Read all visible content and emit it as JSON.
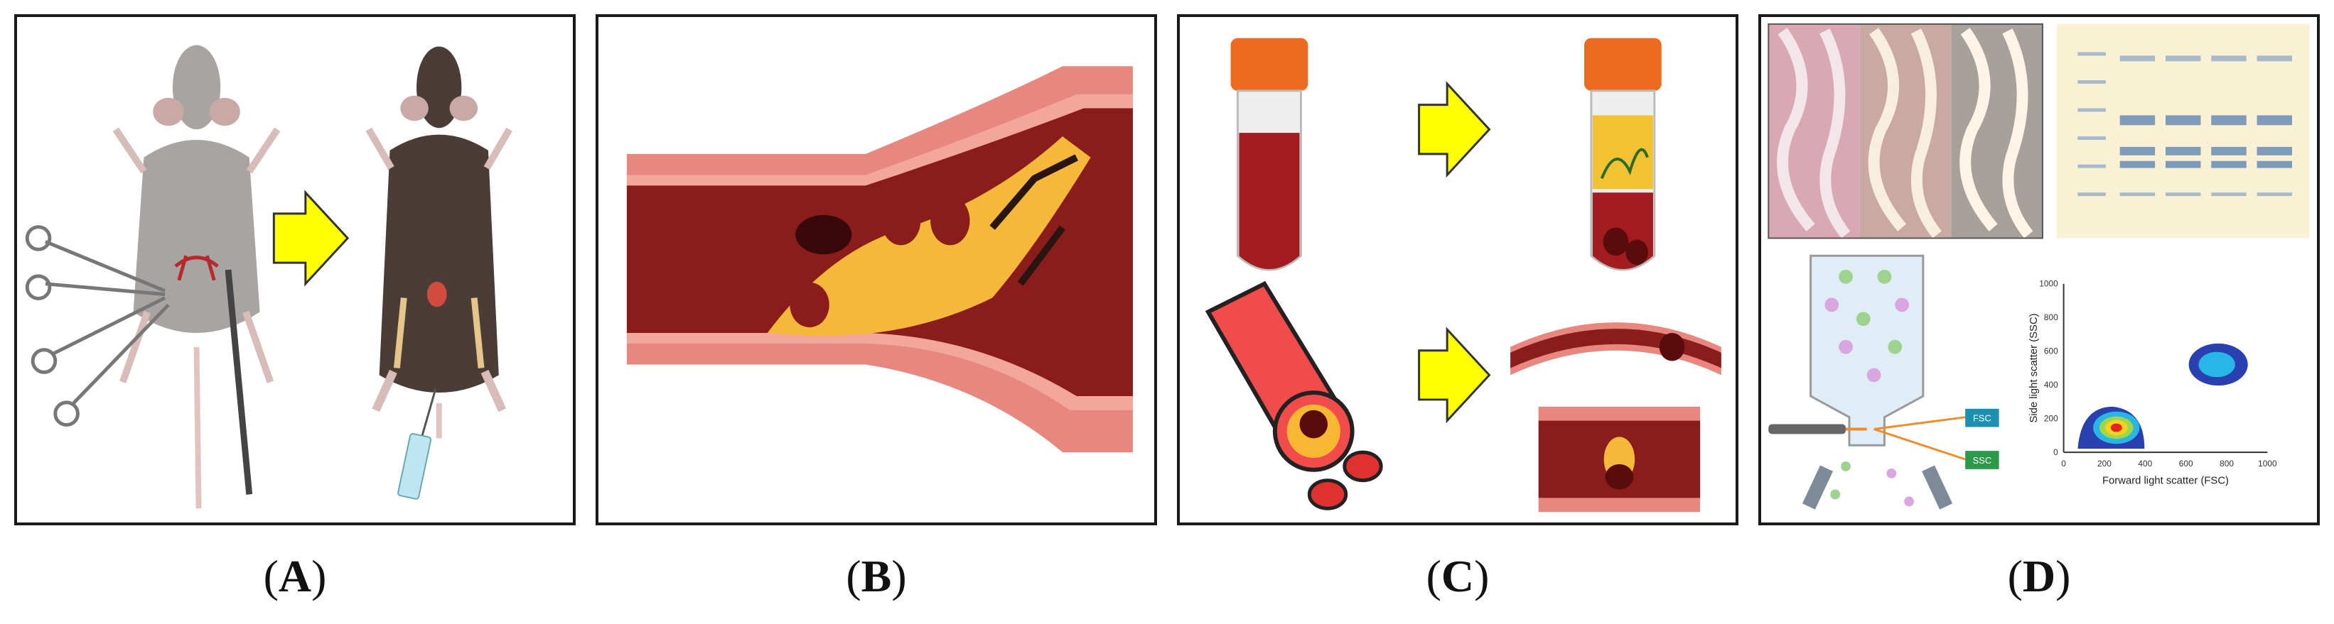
{
  "panels": [
    {
      "id": "A",
      "letter": "A"
    },
    {
      "id": "B",
      "letter": "B"
    },
    {
      "id": "C",
      "letter": "C"
    },
    {
      "id": "D",
      "letter": "D"
    }
  ],
  "flow_plot": {
    "xlabel": "Forward light scatter (FSC)",
    "ylabel": "Side light scatter (SSC)",
    "x_ticks": [
      "0",
      "200",
      "400",
      "600",
      "800",
      "1000"
    ],
    "y_ticks": [
      "0",
      "200",
      "400",
      "600",
      "800",
      "1000"
    ]
  },
  "flow_labels": {
    "fsc": "FSC",
    "ssc": "SSC"
  },
  "colors": {
    "arrow": "#ffff00",
    "blood": "#a11b1f",
    "vessel": "#e8877f",
    "plaque": "#f5b83a",
    "cap": "#ee6a1e",
    "mouse_grey": "#a8a4a2",
    "mouse_dark": "#4a3d38"
  }
}
